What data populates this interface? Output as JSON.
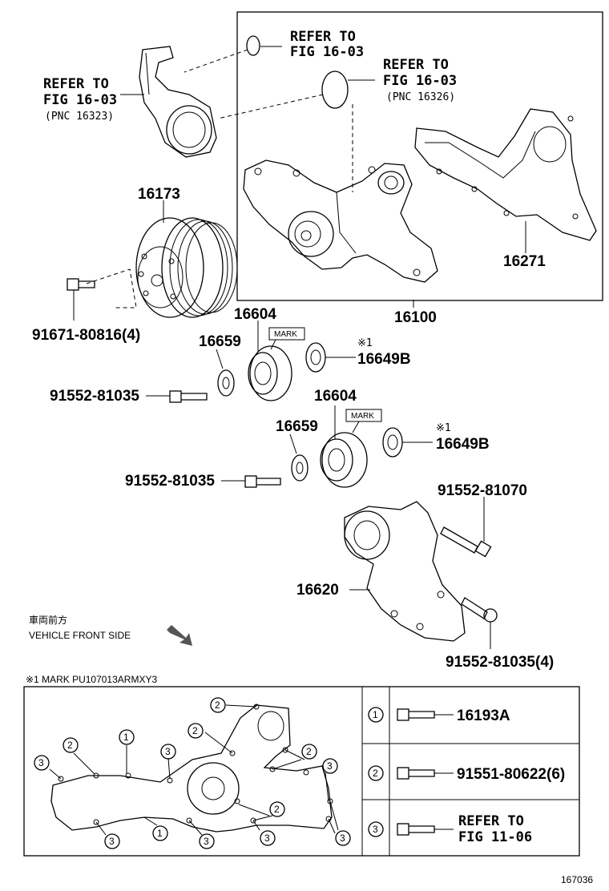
{
  "refer_gasket_upper": {
    "line1": "REFER TO",
    "line2": "FIG 16-03"
  },
  "refer_gasket_lower": {
    "line1": "REFER TO",
    "line2": "FIG 16-03",
    "pnc": "(PNC 16326)"
  },
  "refer_inlet": {
    "line1": "REFER TO",
    "line2": "FIG 16-03",
    "pnc": "(PNC 16323)"
  },
  "parts": {
    "p16173": "16173",
    "p16271": "16271",
    "p16100": "16100",
    "p91671": "91671-80816(4)",
    "p16604_a": "16604",
    "p16604_b": "16604",
    "p16659_a": "16659",
    "p16659_b": "16659",
    "p16649b_a": "16649B",
    "p16649b_b": "16649B",
    "p91552_a": "91552-81035",
    "p91552_b": "91552-81035",
    "p91552_81070": "91552-81070",
    "p16620": "16620",
    "p91552_4": "91552-81035(4)"
  },
  "mark_label": "MARK",
  "note_marker": "※1",
  "front": {
    "japanese": "車両前方",
    "english": "VEHICLE FRONT SIDE"
  },
  "footnote": "※1 MARK PU107013ARMXY3",
  "legend": [
    {
      "num": "1",
      "text": "16193A"
    },
    {
      "num": "2",
      "text": "91551-80622(6)"
    },
    {
      "num": "3",
      "line1": "REFER TO",
      "line2": "FIG 11-06"
    }
  ],
  "callouts": {
    "c1": "1",
    "c2": "2",
    "c3": "3"
  },
  "figure_id": "167036"
}
